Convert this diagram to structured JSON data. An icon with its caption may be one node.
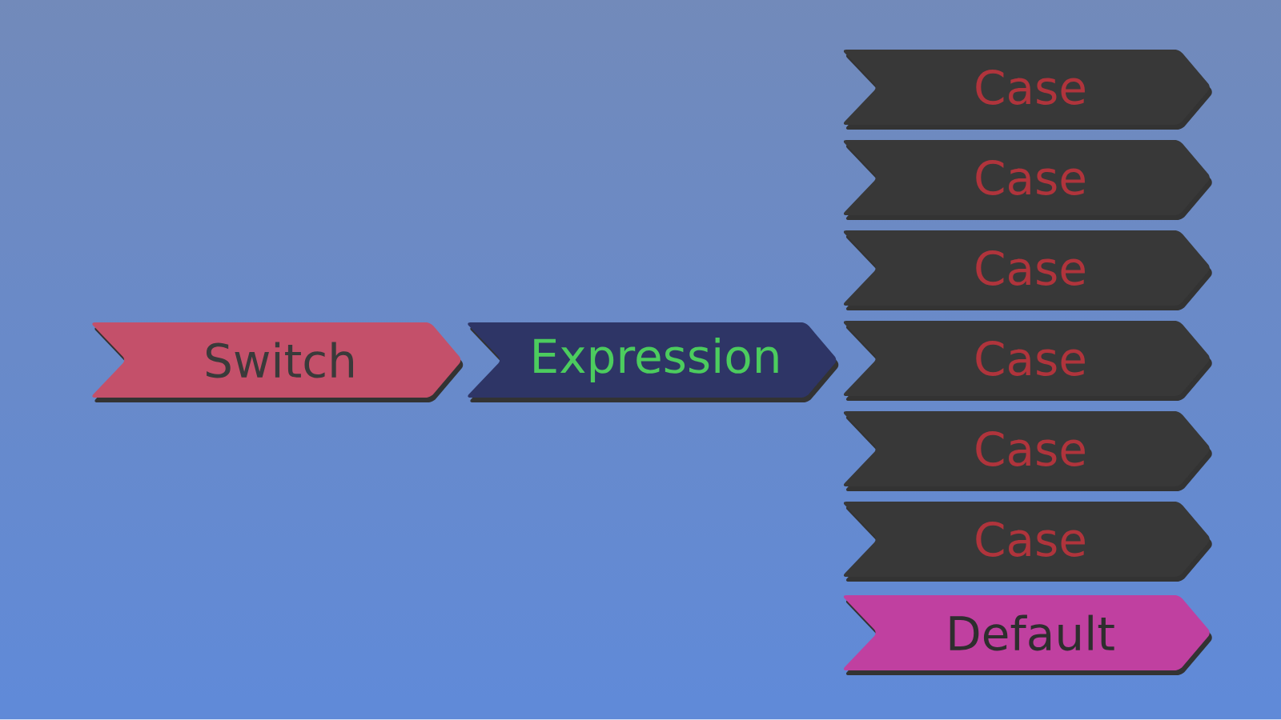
{
  "diagram": {
    "nodes": [
      {
        "text": [
          "Switch"
        ]
      },
      {
        "text": [
          "Expression"
        ]
      },
      {
        "text": [
          "Case"
        ]
      },
      {
        "text": [
          "Case"
        ]
      },
      {
        "text": [
          "Case"
        ]
      },
      {
        "text": [
          "Case"
        ]
      },
      {
        "text": [
          "Case"
        ]
      },
      {
        "text": [
          "Case"
        ]
      },
      {
        "text": [
          "Default"
        ]
      }
    ]
  }
}
